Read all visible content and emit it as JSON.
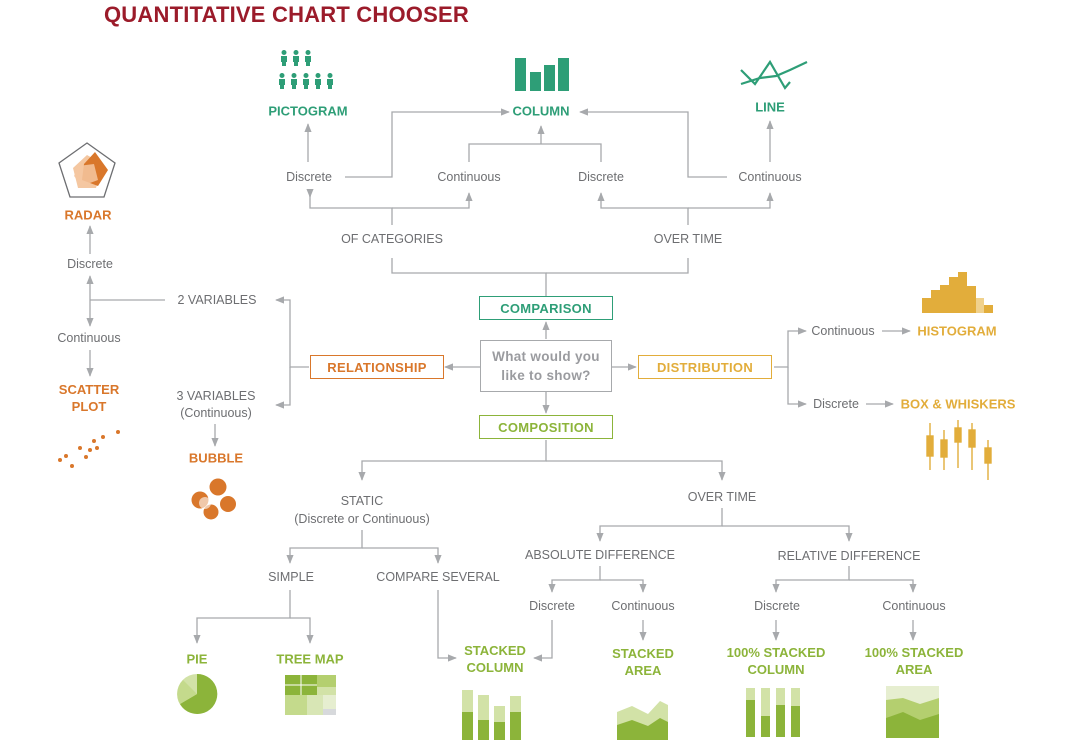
{
  "title": "QUANTITATIVE CHART CHOOSER",
  "center": "What would you like to show?",
  "colors": {
    "title": "#9b1b2a",
    "comparison": "#2e9e77",
    "relationship": "#d9772b",
    "distribution": "#e2ad3b",
    "composition": "#8cb43a",
    "connector": "#a7a9ac",
    "label": "#6d6e71"
  },
  "categories": {
    "comparison": "COMPARISON",
    "relationship": "RELATIONSHIP",
    "distribution": "DISTRIBUTION",
    "composition": "COMPOSITION"
  },
  "comparison": {
    "of_categories": "OF CATEGORIES",
    "over_time": "OVER TIME",
    "discrete": "Discrete",
    "continuous": "Continuous",
    "charts": {
      "pictogram": "PICTOGRAM",
      "column": "COLUMN",
      "line": "LINE"
    }
  },
  "relationship": {
    "two_variables": "2 VARIABLES",
    "three_variables": "3 VARIABLES",
    "three_variables_sub": "(Continuous)",
    "discrete": "Discrete",
    "continuous": "Continuous",
    "charts": {
      "radar": "RADAR",
      "scatter": "SCATTER PLOT",
      "bubble": "BUBBLE"
    }
  },
  "distribution": {
    "continuous": "Continuous",
    "discrete": "Discrete",
    "charts": {
      "histogram": "HISTOGRAM",
      "box": "BOX & WHISKERS"
    }
  },
  "composition": {
    "static": "STATIC",
    "static_sub": "(Discrete or Continuous)",
    "over_time": "OVER TIME",
    "simple": "SIMPLE",
    "compare_several": "COMPARE SEVERAL",
    "absolute_difference": "ABSOLUTE DIFFERENCE",
    "relative_difference": "RELATIVE DIFFERENCE",
    "discrete": "Discrete",
    "continuous": "Continuous",
    "charts": {
      "pie": "PIE",
      "tree_map": "TREE MAP",
      "stacked_column": "STACKED COLUMN",
      "stacked_area": "STACKED AREA",
      "stacked_column_100": "100% STACKED COLUMN",
      "stacked_area_100": "100% STACKED AREA"
    }
  }
}
